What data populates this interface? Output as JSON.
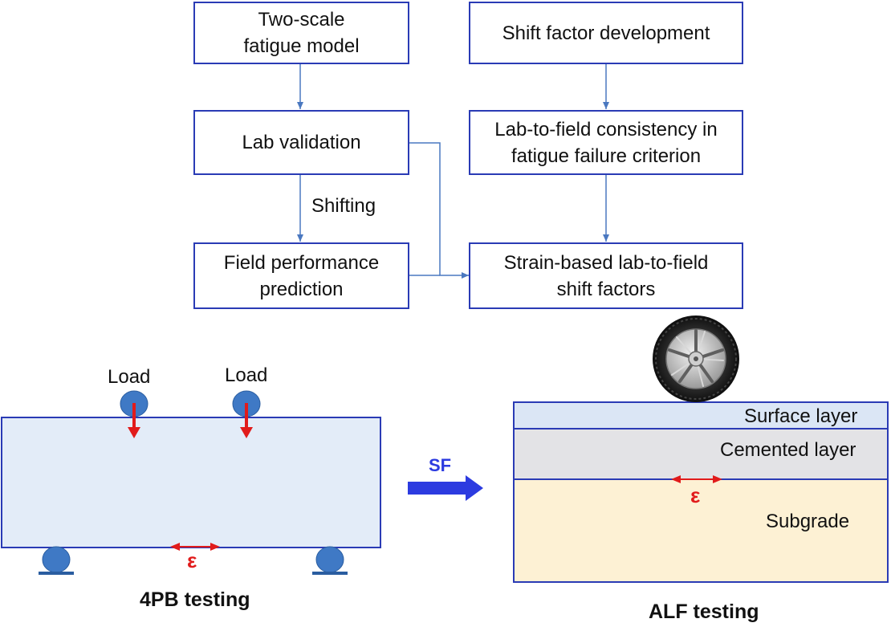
{
  "flow": {
    "box1": "Two-scale fatigue model",
    "box2": "Lab validation",
    "box3": "Field performance prediction",
    "box4": "Shift factor development",
    "box5": "Lab-to-field consistency in fatigue failure criterion",
    "box6": "Strain-based lab-to-field shift factors",
    "shifting_label": "Shifting"
  },
  "lab": {
    "load_left": "Load",
    "load_right": "Load",
    "strain_symbol": "ε",
    "caption": "4PB testing"
  },
  "arrow_label": "SF",
  "field": {
    "surface_layer": "Surface layer",
    "cemented_layer": "Cemented layer",
    "subgrade": "Subgrade",
    "strain_symbol": "ε",
    "caption": "ALF testing"
  },
  "colors": {
    "box_border": "#2a3bb5",
    "connector": "#4a78c0",
    "beam_fill": "#e3ecf8",
    "surface_fill": "#dbe6f5",
    "cemented_fill": "#e3e3e6",
    "subgrade_fill": "#fdf1d4",
    "load_arrow": "#e11b1b",
    "sf_arrow": "#2c3be0"
  }
}
